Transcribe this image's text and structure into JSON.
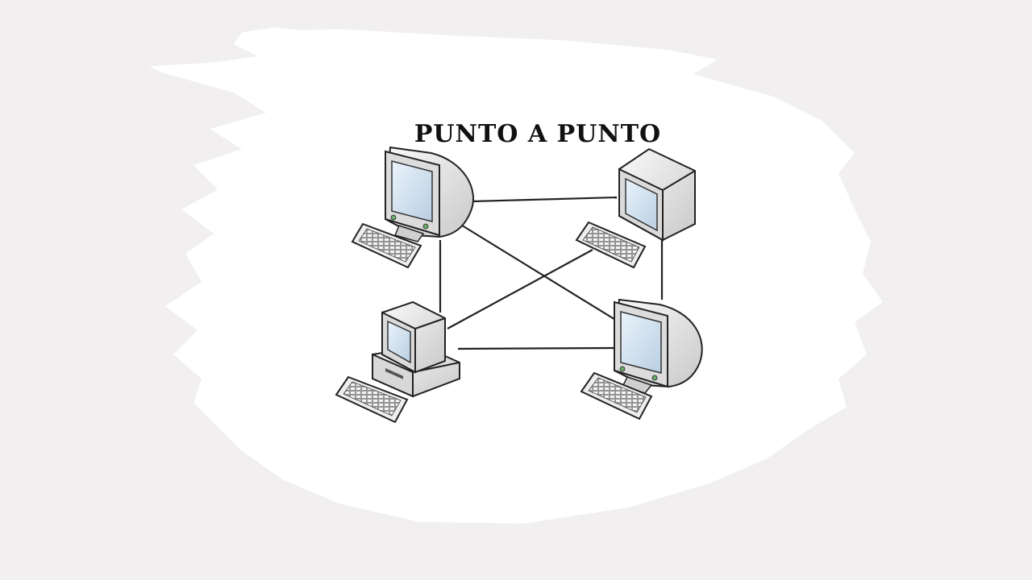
{
  "diagram": {
    "title": "PUNTO A PUNTO",
    "type": "peer-to-peer network",
    "nodes": [
      {
        "id": "pc-top-left",
        "icon": "crt-monitor-computer-icon"
      },
      {
        "id": "pc-top-right",
        "icon": "monitor-computer-icon"
      },
      {
        "id": "pc-bottom-left",
        "icon": "desktop-tower-computer-icon"
      },
      {
        "id": "pc-bottom-right",
        "icon": "crt-monitor-computer-icon"
      }
    ],
    "links": [
      [
        "pc-top-left",
        "pc-top-right"
      ],
      [
        "pc-top-left",
        "pc-bottom-left"
      ],
      [
        "pc-top-left",
        "pc-bottom-right"
      ],
      [
        "pc-top-right",
        "pc-bottom-left"
      ],
      [
        "pc-top-right",
        "pc-bottom-right"
      ],
      [
        "pc-bottom-left",
        "pc-bottom-right"
      ]
    ]
  },
  "colors": {
    "background": "#f1eff0",
    "brush_stroke": "#ffffff",
    "link_line": "#222222",
    "monitor_body": "#e6e6e6",
    "screen": "#cfe0ee"
  }
}
